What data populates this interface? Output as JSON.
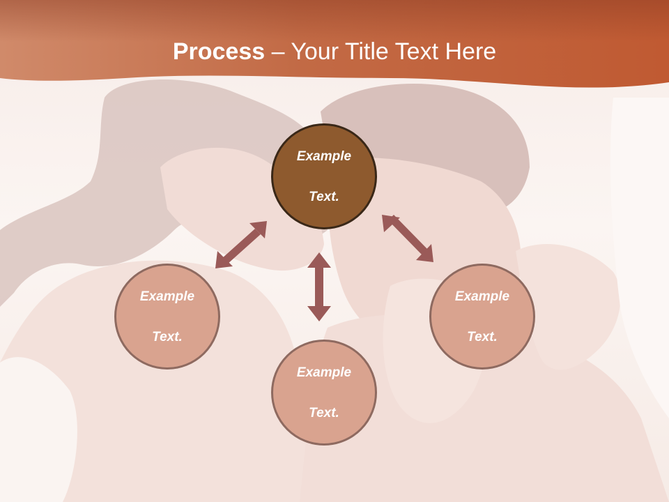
{
  "title": {
    "bold": "Process",
    "rest": " – Your Title Text Here"
  },
  "nodes": {
    "top": {
      "line1": "Example",
      "line2": "Text."
    },
    "left": {
      "line1": "Example",
      "line2": "Text."
    },
    "bottom": {
      "line1": "Example",
      "line2": "Text."
    },
    "right": {
      "line1": "Example",
      "line2": "Text."
    }
  },
  "colors": {
    "header_orange": "#c0643a",
    "top_node_fill": "#8e5a2e",
    "node_fill": "#d9a38f",
    "arrow": "#9a5a58"
  }
}
